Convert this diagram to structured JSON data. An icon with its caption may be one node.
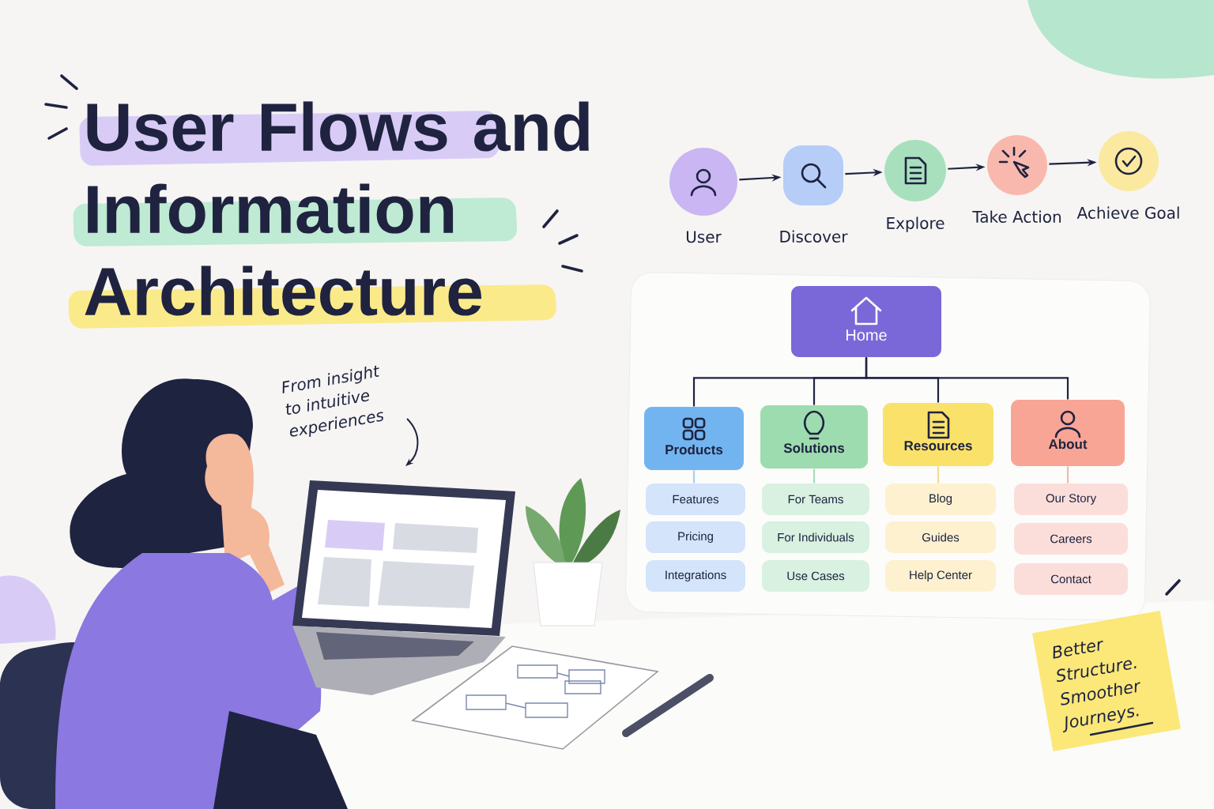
{
  "diagram": {
    "title": "User Flows and Information Architecture",
    "nodes": [
      {
        "text": [
          "User"
        ]
      },
      {
        "text": [
          "Discover"
        ]
      },
      {
        "text": [
          "Explore"
        ]
      },
      {
        "text": [
          "Take Action"
        ]
      },
      {
        "text": [
          "Achieve Goal"
        ]
      },
      {
        "text": [
          "Home"
        ]
      },
      {
        "text": [
          "Products"
        ]
      },
      {
        "text": [
          "Solutions"
        ]
      },
      {
        "text": [
          "Resources"
        ]
      },
      {
        "text": [
          "About"
        ]
      },
      {
        "text": [
          "Features"
        ]
      },
      {
        "text": [
          "Pricing"
        ]
      },
      {
        "text": [
          "Integrations"
        ]
      },
      {
        "text": [
          "For Teams"
        ]
      },
      {
        "text": [
          "For Individuals"
        ]
      },
      {
        "text": [
          "Use Cases"
        ]
      },
      {
        "text": [
          "Blog"
        ]
      },
      {
        "text": [
          "Guides"
        ]
      },
      {
        "text": [
          "Help Center"
        ]
      },
      {
        "text": [
          "Our Story"
        ]
      },
      {
        "text": [
          "Careers"
        ]
      },
      {
        "text": [
          "Contact"
        ]
      }
    ],
    "edges": [
      {
        "from": 0,
        "to": 1,
        "arrow": "to"
      },
      {
        "from": 1,
        "to": 2,
        "arrow": "to"
      },
      {
        "from": 2,
        "to": 3,
        "arrow": "to"
      },
      {
        "from": 3,
        "to": 4,
        "arrow": "to"
      },
      {
        "from": 5,
        "to": 6,
        "arrow": "none"
      },
      {
        "from": 5,
        "to": 7,
        "arrow": "none"
      },
      {
        "from": 5,
        "to": 8,
        "arrow": "none"
      },
      {
        "from": 5,
        "to": 9,
        "arrow": "none"
      },
      {
        "from": 6,
        "to": 10,
        "arrow": "none",
        "color": "#a9cdf5"
      },
      {
        "from": 7,
        "to": 13,
        "arrow": "none",
        "color": "#a8dcb8"
      },
      {
        "from": 8,
        "to": 16,
        "arrow": "none",
        "color": "#f6dd8a"
      },
      {
        "from": 9,
        "to": 19,
        "arrow": "none",
        "color": "#f5b8ad"
      }
    ],
    "labels": [
      "From insight to intuitive experiences",
      "Better Structure. Smoother Journeys."
    ]
  }
}
